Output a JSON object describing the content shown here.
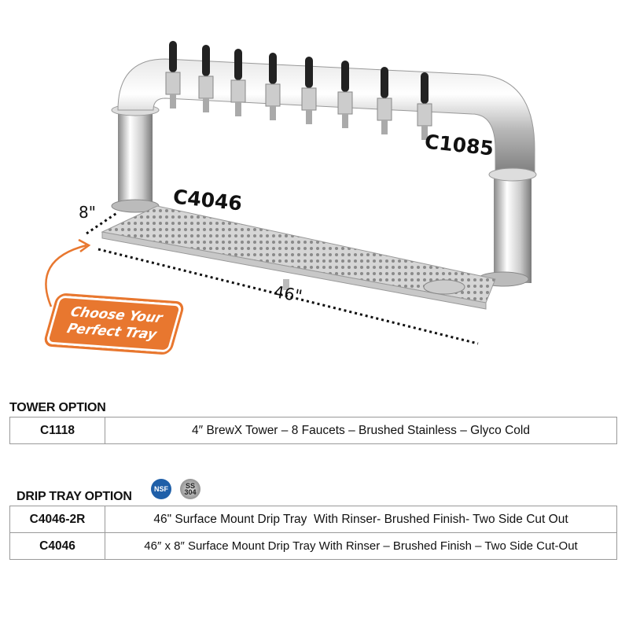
{
  "product_labels": {
    "tower_code": "C1085",
    "tray_code": "C4046",
    "depth": "8\"",
    "width": "46\""
  },
  "cta": {
    "line1": "Choose Your",
    "line2": "Perfect Tray",
    "color": "#e8772f"
  },
  "tower_section": {
    "heading": "TOWER OPTION",
    "rows": [
      {
        "code": "C1118",
        "description": "4″ BrewX Tower – 8 Faucets – Brushed Stainless – Glyco Cold"
      }
    ]
  },
  "drip_tray_section": {
    "heading": "DRIP TRAY OPTION",
    "badges": {
      "nsf": "NSF",
      "ss": "SS",
      "ss_grade": "304"
    },
    "rows": [
      {
        "code": "C4046-2R",
        "description": "46\" Surface Mount Drip Tray  With Rinser- Brushed Finish- Two Side Cut Out"
      },
      {
        "code": "C4046",
        "description": "46″ x 8″ Surface Mount Drip Tray With Rinser – Brushed Finish – Two Side Cut-Out"
      }
    ]
  }
}
